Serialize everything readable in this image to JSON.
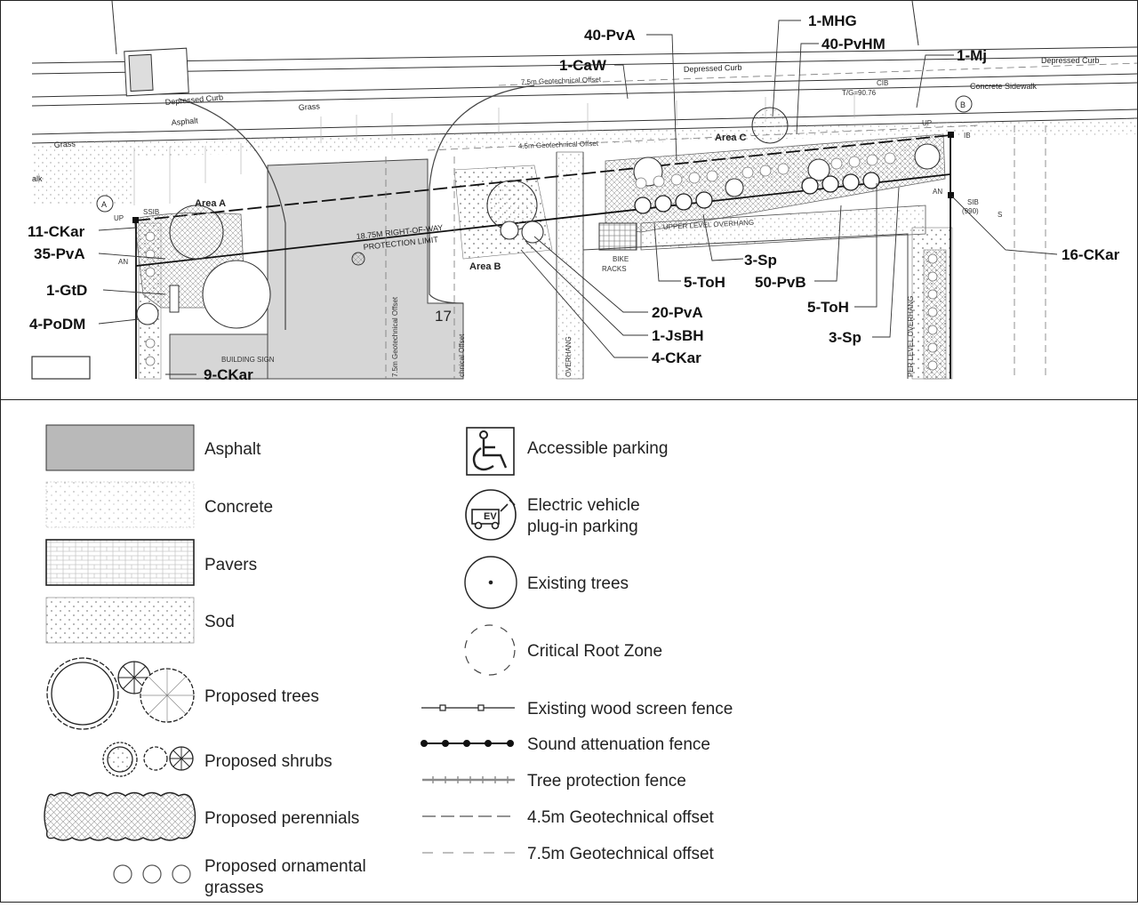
{
  "plan": {
    "callouts": {
      "c_11CKar": "11-CKar",
      "c_35PvA": "35-PvA",
      "c_1GtD": "1-GtD",
      "c_4PoDM": "4-PoDM",
      "c_9CKar": "9-CKar",
      "c_40PvA": "40-PvA",
      "c_1CaW": "1-CaW",
      "c_1MHG": "1-MHG",
      "c_40PvHM": "40-PvHM",
      "c_1Mj": "1-Mj",
      "c_16CKar": "16-CKar",
      "c_3Sp_a": "3-Sp",
      "c_5ToH_a": "5-ToH",
      "c_50PvB": "50-PvB",
      "c_5ToH_b": "5-ToH",
      "c_3Sp_b": "3-Sp",
      "c_20PvA": "20-PvA",
      "c_1JsBH": "1-JsBH",
      "c_4CKar": "4-CKar"
    },
    "labels": {
      "depressed_curb_left": "Depressed Curb",
      "depressed_curb_mid": "Depressed Curb",
      "depressed_curb_right": "Depressed Curb",
      "asphalt": "Asphalt",
      "grass_a": "Grass",
      "grass_b": "Grass",
      "walk": "alk",
      "geo_75_top": "7.5m Geotechnical Offset",
      "geo_45_top": "4.5m Geotechnical Offset",
      "concrete_sidewalk": "Concrete Sidewalk",
      "cib": "CIB",
      "tg": "T/G=90.76",
      "area_a": "Area A",
      "area_b": "Area B",
      "area_c": "Area C",
      "row_limit_1": "18.75M RIGHT-OF-WAY",
      "row_limit_2": "PROTECTION LIMIT",
      "ssib": "SSIB",
      "up_a": "UP",
      "an_a": "AN",
      "up_b": "UP",
      "an_b": "AN",
      "ib": "IB",
      "sib_1": "SIB",
      "sib_2": "(990)",
      "s_mark": "S",
      "point_a": "A",
      "point_b": "B",
      "bike_1": "BIKE",
      "bike_2": "RACKS",
      "upper_overhang": "UPPER LEVEL OVERHANG",
      "upper_overhang_v": "PER LEVEL OVERHANG",
      "overhang_v": "OVERHANG",
      "geo_75_v": "7.5m Geotechnical Offset",
      "geo_v2": "chnical Offset",
      "building_sign": "BUILDING SIGN",
      "num_17": "17"
    }
  },
  "legend": {
    "asphalt": "Asphalt",
    "concrete": "Concrete",
    "pavers": "Pavers",
    "sod": "Sod",
    "proposed_trees": "Proposed trees",
    "proposed_shrubs": "Proposed shrubs",
    "proposed_perennials": "Proposed perennials",
    "ornamental_1": "Proposed ornamental",
    "ornamental_2": "grasses",
    "accessible_parking": "Accessible parking",
    "ev_1": "Electric vehicle",
    "ev_2": "plug-in parking",
    "ev_icon_text": "EV",
    "existing_trees": "Existing trees",
    "critical_root_zone": "Critical Root Zone",
    "wood_fence": "Existing wood screen fence",
    "sound_fence": "Sound attenuation fence",
    "tree_protection": "Tree protection fence",
    "geo_45": "4.5m Geotechnical offset",
    "geo_75": "7.5m Geotechnical offset"
  },
  "colors": {
    "asphalt": "#b9b9b9",
    "paving": "#d6d6d6",
    "concrete_dots": "#9a9a9a",
    "line": "#222222",
    "tree_protection": "#8a8a8a"
  }
}
